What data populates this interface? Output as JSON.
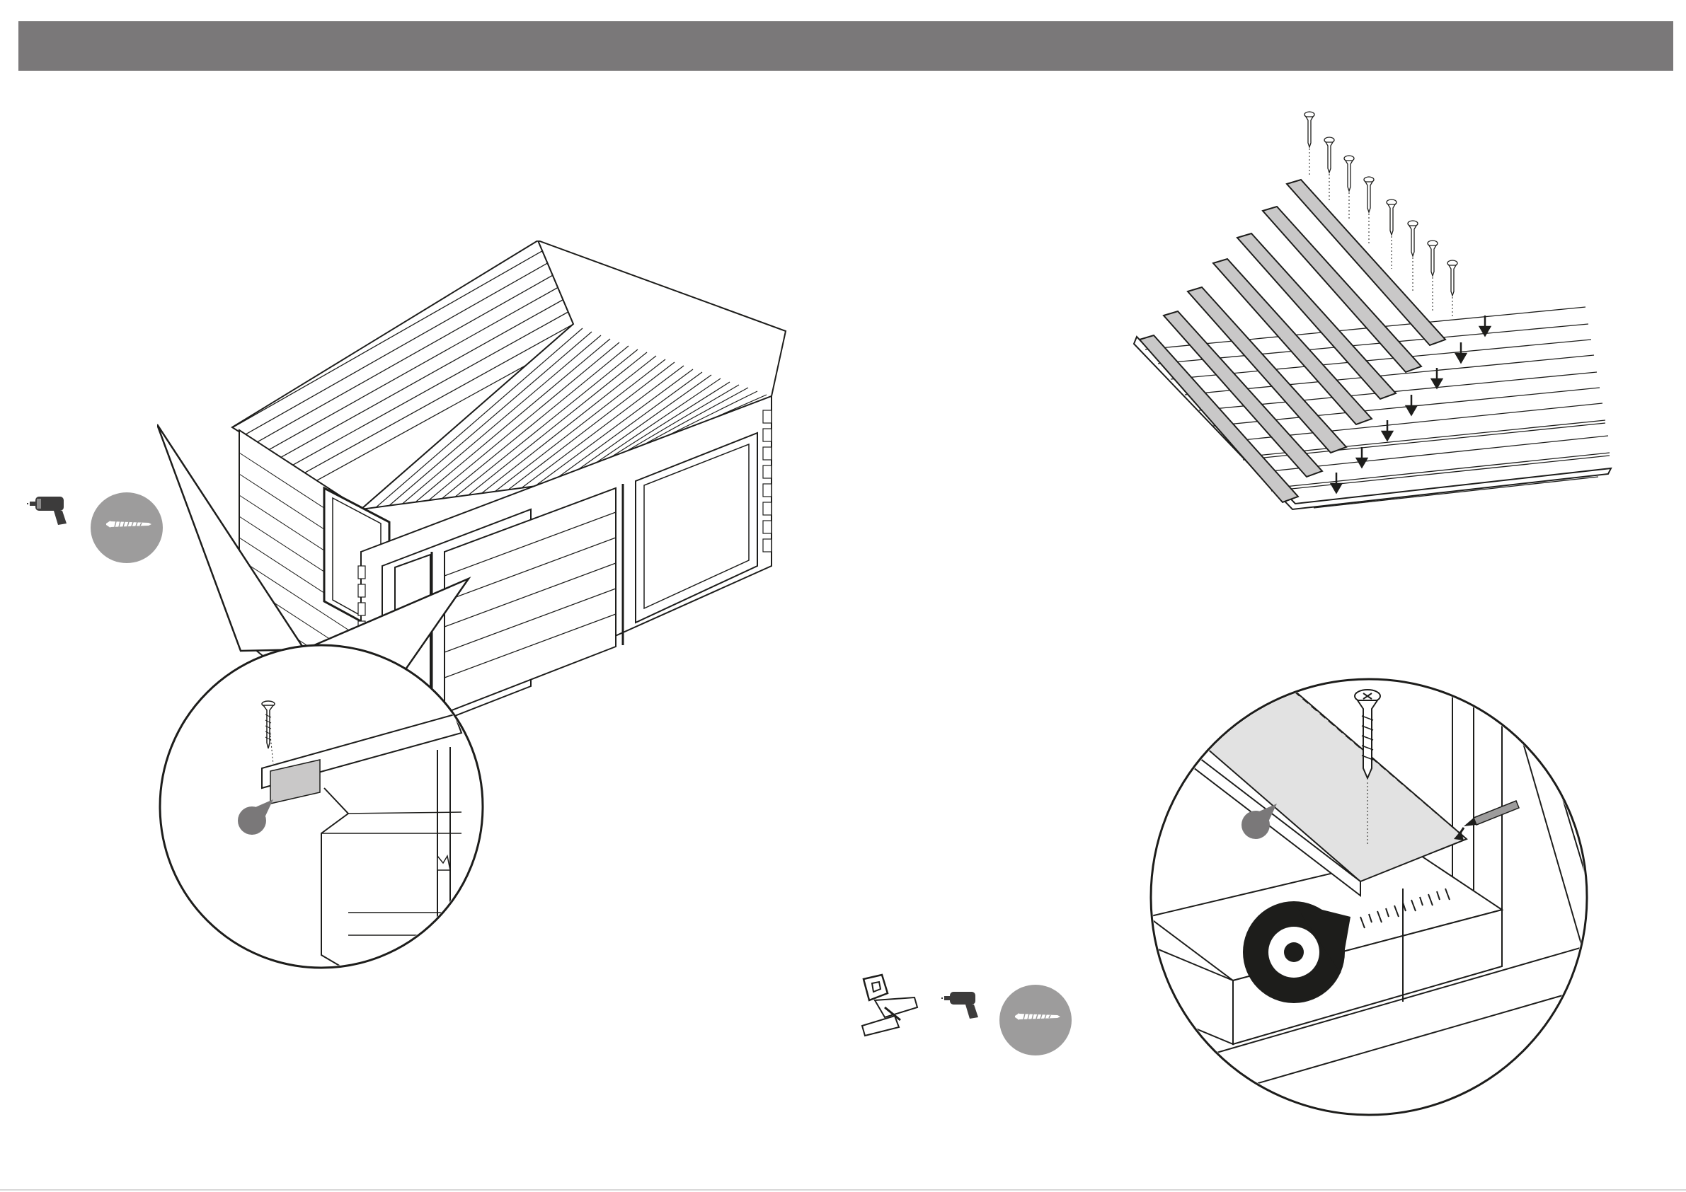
{
  "colors": {
    "header": "#7a7879",
    "ink": "#1d1d1b",
    "badge": "#9d9c9c",
    "board_fill": "#c9c8c8",
    "detail_fill": "#e2e2e2"
  },
  "header": {
    "title": ""
  },
  "step_left": {
    "tools": [
      "drill-icon",
      "screw-icon"
    ],
    "illustration": "log-cabin-roof-fascia",
    "detail": "fascia-screw-detail"
  },
  "step_right": {
    "tools": [
      "saw-icon",
      "drill-icon",
      "screw-icon"
    ],
    "illustration": "floorboard-layout",
    "detail": "floorboard-measure-detail"
  }
}
